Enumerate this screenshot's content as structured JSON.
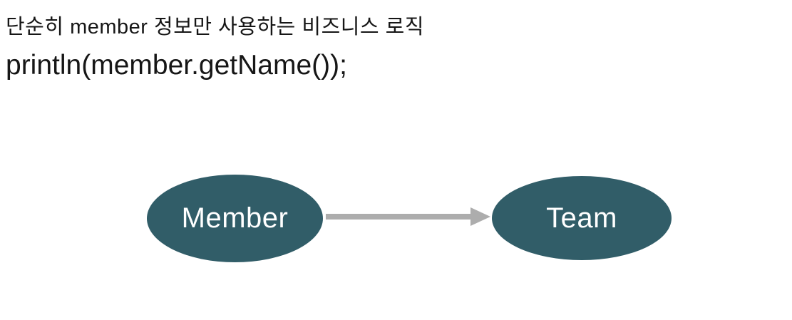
{
  "caption": {
    "line1": "단순히 member 정보만 사용하는 비즈니스 로직",
    "line2": "println(member.getName());"
  },
  "diagram": {
    "nodes": [
      {
        "id": "member",
        "label": "Member"
      },
      {
        "id": "team",
        "label": "Team"
      }
    ],
    "edges": [
      {
        "from": "member",
        "to": "team",
        "direction": "right"
      }
    ],
    "colors": {
      "node_fill": "#315d68",
      "node_text": "#ffffff",
      "arrow": "#adadad",
      "text": "#161616",
      "background": "#ffffff"
    }
  }
}
